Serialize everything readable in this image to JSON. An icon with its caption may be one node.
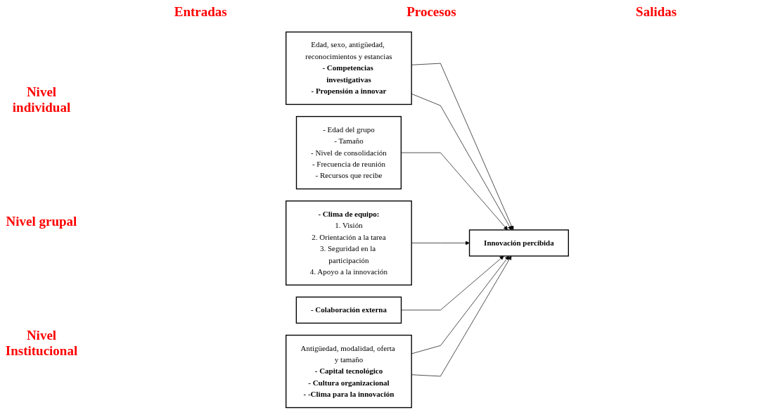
{
  "diagram": {
    "nodes": [
      {
        "text": [
          "Edad, sexo, antigüedad, reconocimientos y estancias",
          "- Competencias investigativas",
          "- Propensión a innovar"
        ]
      },
      {
        "text": [
          "- Edad del grupo",
          "- Tamaño",
          "- Nivel de consolidación",
          "- Frecuencia de reunión",
          "- Recursos que recibe"
        ]
      },
      {
        "text": [
          "- Clima de equipo:",
          "1. Visión",
          "2. Orientación a la tarea",
          "3. Seguridad en la participación",
          "4. Apoyo a la innovación"
        ]
      },
      {
        "text": [
          "Innovación percibida"
        ]
      },
      {
        "text": [
          "- Colaboración externa"
        ]
      },
      {
        "text": [
          "Antigüedad, modalidad, oferta y tamaño",
          "- Capital tecnológico",
          "- Cultura organizacional",
          "- -Clima para la innovación"
        ]
      }
    ],
    "edges": [
      {
        "from": 0,
        "to": 3,
        "arrow": "to"
      },
      {
        "from": 0,
        "to": 3,
        "arrow": "to"
      },
      {
        "from": 1,
        "to": 3,
        "arrow": "to"
      },
      {
        "from": 2,
        "to": 3,
        "arrow": "to"
      },
      {
        "from": 4,
        "to": 3,
        "arrow": "to"
      },
      {
        "from": 5,
        "to": 3,
        "arrow": "to"
      },
      {
        "from": 5,
        "to": 3,
        "arrow": "to"
      }
    ],
    "labels": [
      "Entradas",
      "Procesos",
      "Salidas",
      "Nivel individual",
      "Nivel grupal",
      "Nivel Institucional"
    ]
  }
}
